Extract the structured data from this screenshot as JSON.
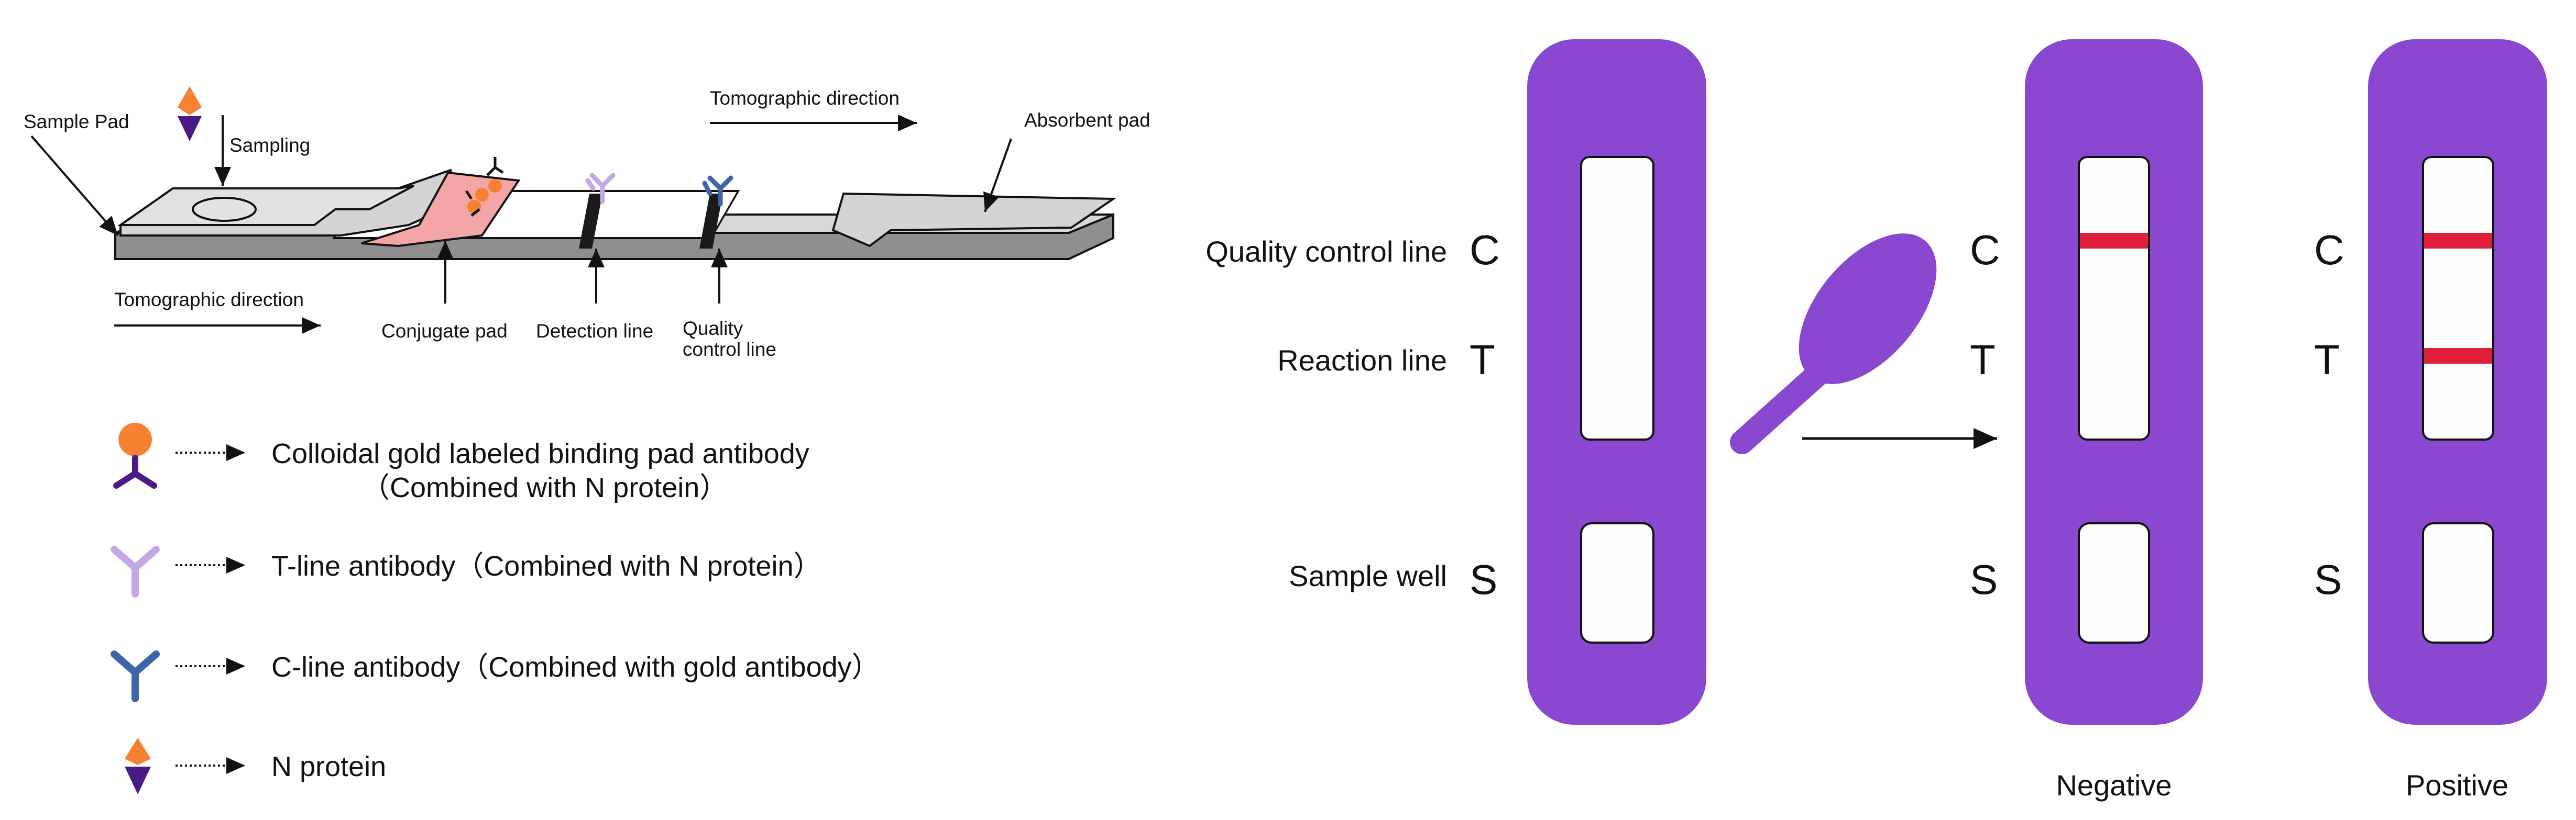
{
  "strip_diagram": {
    "sample_pad": "Sample Pad",
    "sampling": "Sampling",
    "tomographic_top": "Tomographic direction",
    "absorbent_pad": "Absorbent pad",
    "tomographic_bottom": "Tomographic direction",
    "conjugate_pad": "Conjugate pad",
    "detection_line": "Detection line",
    "quality_line_1": "Quality",
    "quality_line_2": "control line"
  },
  "legend": {
    "items": [
      {
        "line1": "Colloidal gold labeled binding pad antibody",
        "line2": "（Combined with N protein）",
        "icon": "gold-antibody-icon"
      },
      {
        "line1": "T-line antibody（Combined with N protein）",
        "icon": "t-line-antibody-icon"
      },
      {
        "line1": "C-line antibody（Combined with gold antibody）",
        "icon": "c-line-antibody-icon"
      },
      {
        "line1": "N protein",
        "icon": "n-protein-icon"
      }
    ]
  },
  "cassette": {
    "quality_control_label": "Quality control line",
    "reaction_label": "Reaction line",
    "sample_well_label": "Sample well",
    "letter_c": "C",
    "letter_t": "T",
    "letter_s": "S"
  },
  "results": {
    "negative": "Negative",
    "positive": "Positive"
  },
  "colors": {
    "cassette": "#8a47cf",
    "result_line": "#e0203a",
    "conjugate_pad": "#f4a6a6",
    "gold": "#f58233",
    "dark_antibody": "#4a1a86",
    "t_antibody": "#c4a8e6",
    "c_antibody": "#3d65a8"
  }
}
